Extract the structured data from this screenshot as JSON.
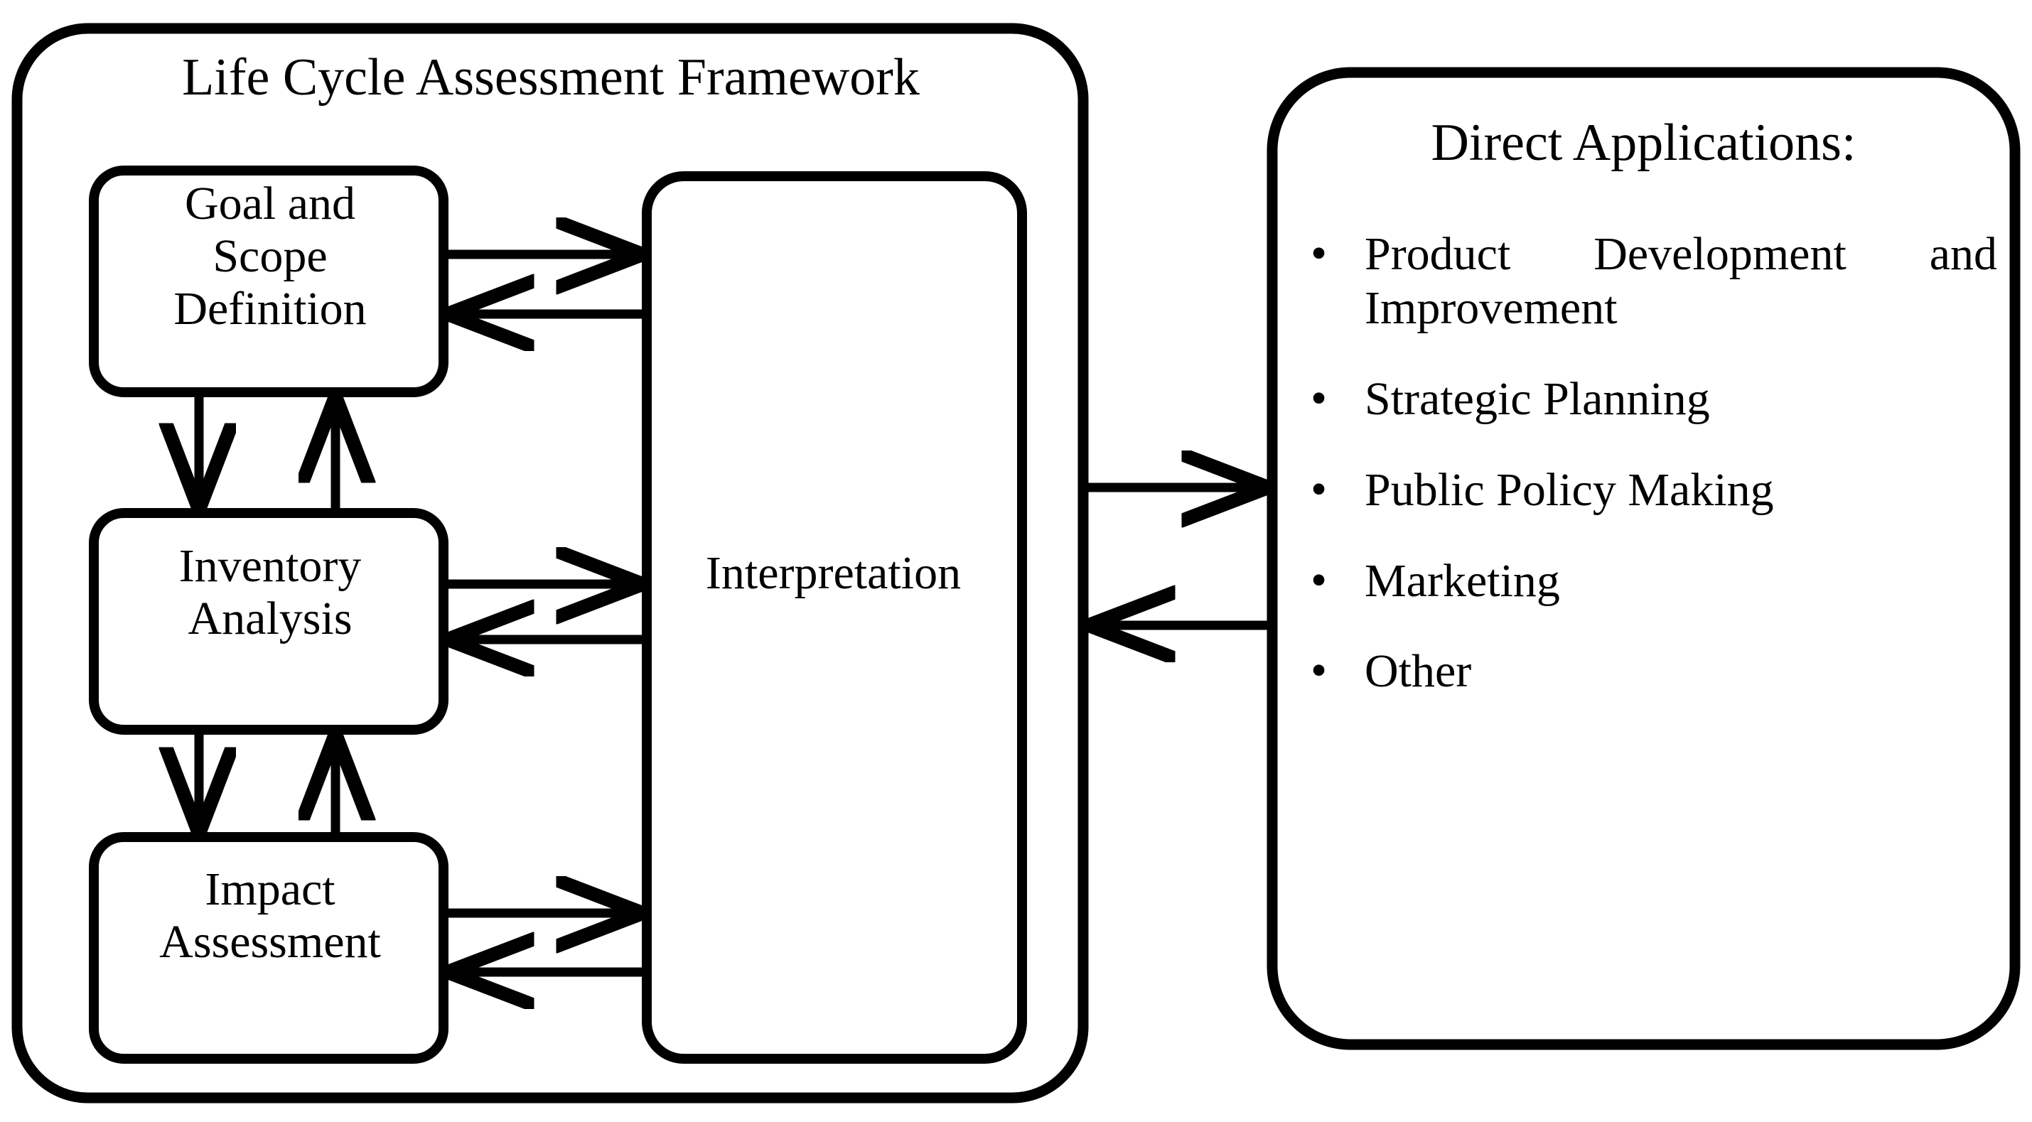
{
  "framework": {
    "title": "Life Cycle Assessment Framework",
    "stages": [
      {
        "id": "goal-and-scope-definition",
        "label": "Goal and\nScope\nDefinition"
      },
      {
        "id": "inventory-analysis",
        "label": "Inventory\nAnalysis"
      },
      {
        "id": "impact-assessment",
        "label": "Impact\nAssessment"
      }
    ],
    "interpretation": {
      "id": "interpretation",
      "label": "Interpretation"
    }
  },
  "applications": {
    "title": "Direct Applications:",
    "bullet_glyph": "•",
    "items": [
      {
        "text": "Product Development and Improvement",
        "justified": true
      },
      {
        "text": "Strategic Planning",
        "justified": false
      },
      {
        "text": "Public Policy Making",
        "justified": false
      },
      {
        "text": "Marketing",
        "justified": false
      },
      {
        "text": "Other",
        "justified": false
      }
    ]
  },
  "style": {
    "stroke": "#000000",
    "fill": "#ffffff",
    "background": "#ffffff"
  }
}
